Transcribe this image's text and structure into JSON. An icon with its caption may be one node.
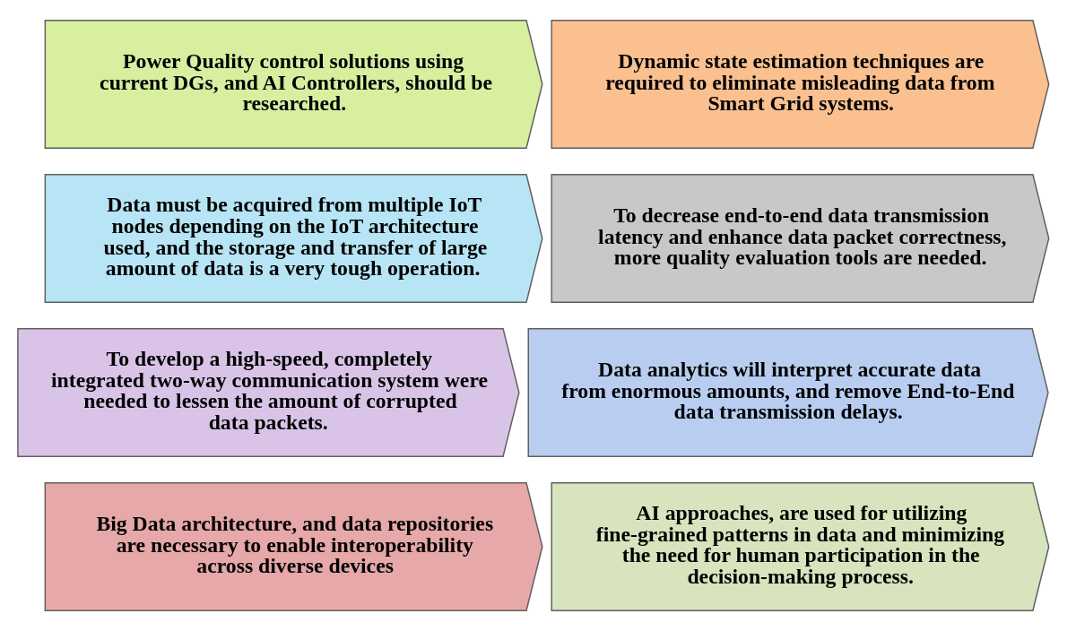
{
  "diagram": {
    "nodes": [
      {
        "text": [
          "Power Quality control solutions using current DGs, and AI Controllers, should be researched."
        ]
      },
      {
        "text": [
          "Dynamic state estimation techniques are required to eliminate misleading data from Smart Grid systems."
        ]
      },
      {
        "text": [
          "Data must be acquired from multiple IoT nodes depending on the IoT architecture used, and the storage and transfer of large amount of data is a very tough operation."
        ]
      },
      {
        "text": [
          "To decrease end-to-end data transmission latency and enhance data packet correctness, more quality evaluation tools are needed."
        ]
      },
      {
        "text": [
          "To develop a high-speed, completely integrated two-way communication system were needed to lessen the amount of corrupted data packets."
        ]
      },
      {
        "text": [
          "Data analytics will interpret accurate data from enormous amounts, and remove End-to-End data transmission delays."
        ]
      },
      {
        "text": [
          "Big Data architecture, and data repositories are necessary to enable interoperability across diverse devices"
        ]
      },
      {
        "text": [
          "AI approaches, are used for utilizing fine-grained patterns in data and minimizing the need for human participation in the decision-making process."
        ]
      }
    ]
  }
}
